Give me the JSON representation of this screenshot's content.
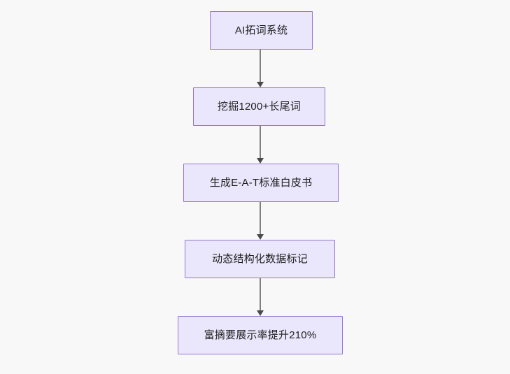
{
  "diagram": {
    "type": "flowchart",
    "direction": "top-to-bottom",
    "background_color": "#f8f8f8",
    "node_fill_color": "#eae7fc",
    "node_border_color": "#9575d6",
    "node_text_color": "#1f2020",
    "edge_color": "#808080",
    "arrowhead_color": "#4a4a4a",
    "nodes": [
      {
        "id": "n1",
        "label": "AI拓词系统"
      },
      {
        "id": "n2",
        "label": "挖掘1200+长尾词"
      },
      {
        "id": "n3",
        "label": "生成E-A-T标准白皮书"
      },
      {
        "id": "n4",
        "label": "动态结构化数据标记"
      },
      {
        "id": "n5",
        "label": "富摘要展示率提升210%"
      }
    ],
    "edges": [
      {
        "id": "e1",
        "from": "n1",
        "to": "n2",
        "label": ""
      },
      {
        "id": "e2",
        "from": "n2",
        "to": "n3",
        "label": ""
      },
      {
        "id": "e3",
        "from": "n3",
        "to": "n4",
        "label": ""
      },
      {
        "id": "e4",
        "from": "n4",
        "to": "n5",
        "label": ""
      }
    ]
  }
}
